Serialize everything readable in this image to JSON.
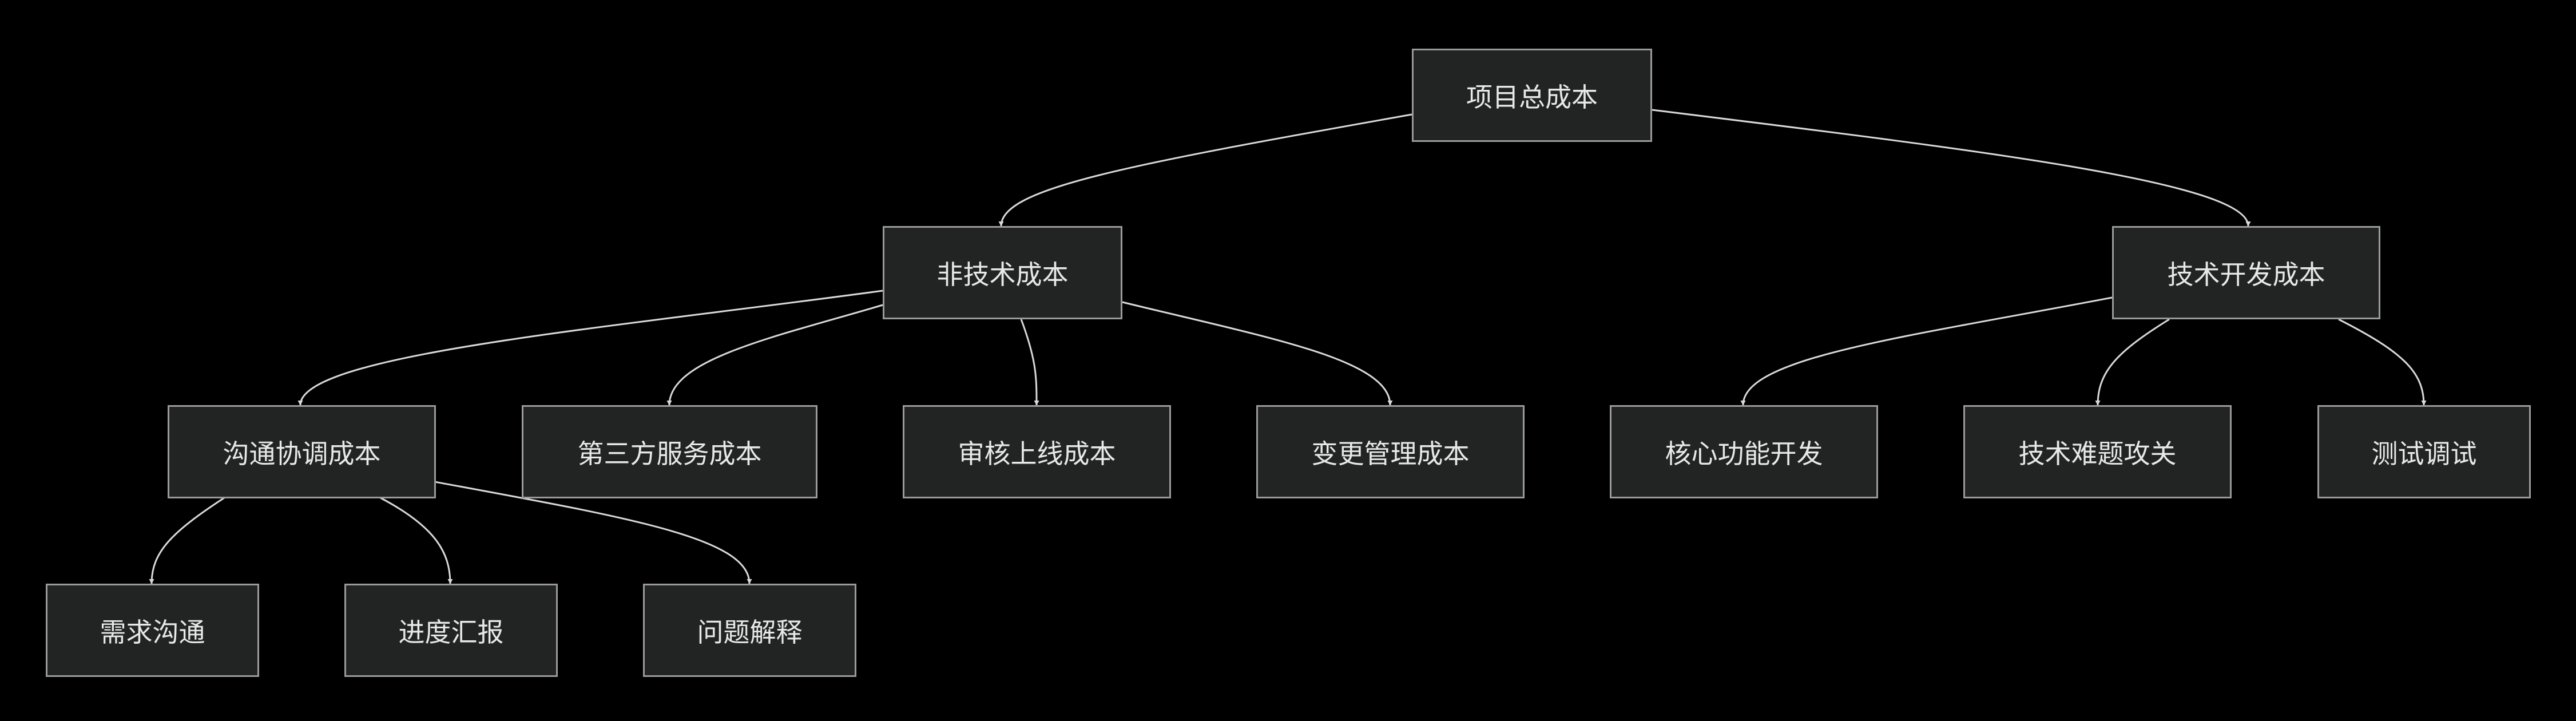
{
  "diagram": {
    "type": "tree",
    "nodes": {
      "root": "项目总成本",
      "non_tech": "非技术成本",
      "tech_dev": "技术开发成本",
      "communication": "沟通协调成本",
      "third_party": "第三方服务成本",
      "review_launch": "审核上线成本",
      "change_mgmt": "变更管理成本",
      "core_dev": "核心功能开发",
      "tech_problems": "技术难题攻关",
      "testing": "测试调试",
      "requirements": "需求沟通",
      "progress": "进度汇报",
      "questions": "问题解释"
    },
    "edges": [
      [
        "root",
        "non_tech"
      ],
      [
        "root",
        "tech_dev"
      ],
      [
        "non_tech",
        "communication"
      ],
      [
        "non_tech",
        "third_party"
      ],
      [
        "non_tech",
        "review_launch"
      ],
      [
        "non_tech",
        "change_mgmt"
      ],
      [
        "tech_dev",
        "core_dev"
      ],
      [
        "tech_dev",
        "tech_problems"
      ],
      [
        "tech_dev",
        "testing"
      ],
      [
        "communication",
        "requirements"
      ],
      [
        "communication",
        "progress"
      ],
      [
        "communication",
        "questions"
      ]
    ],
    "colors": {
      "background": "#000000",
      "node_fill": "#222424",
      "node_border": "#9a9a9a",
      "text": "#e8e8e8",
      "edge": "#d9d9d9"
    }
  }
}
